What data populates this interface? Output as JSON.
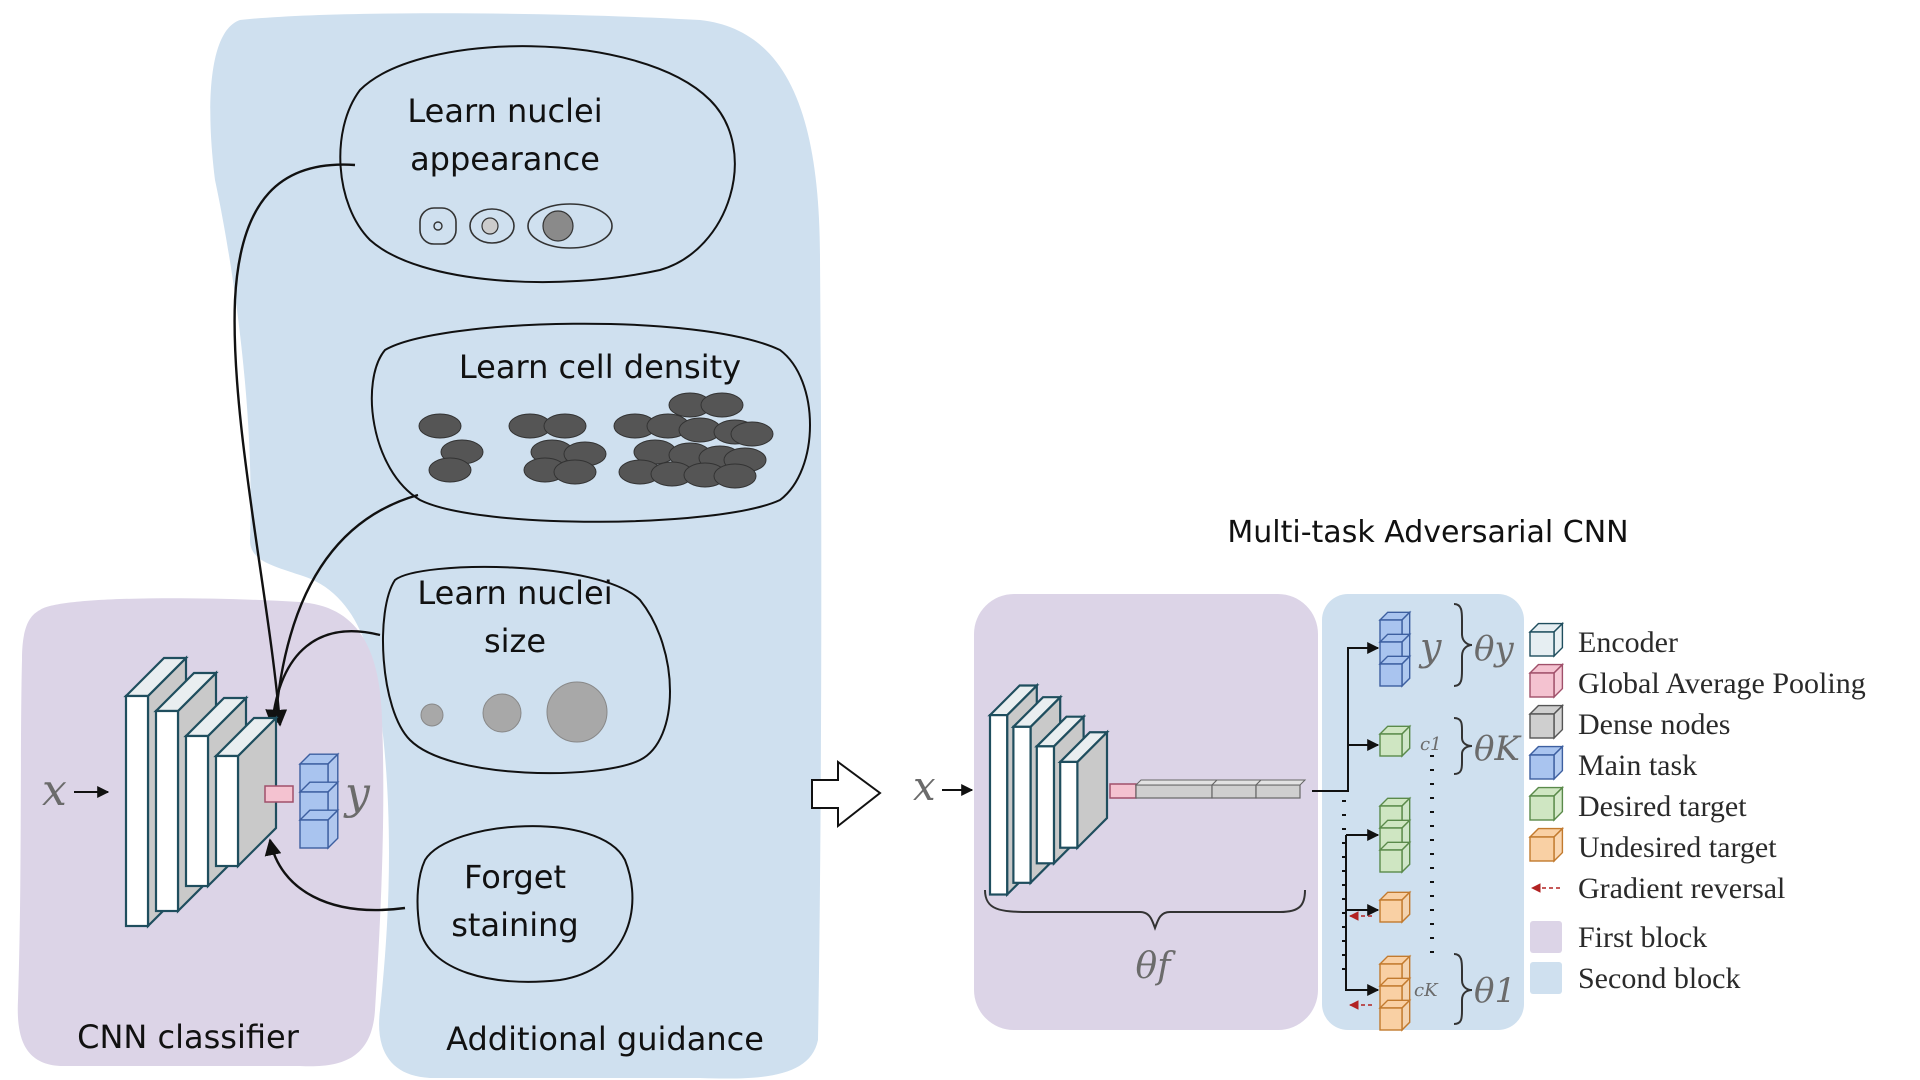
{
  "colors": {
    "first_block": "#dcd4e7",
    "second_block": "#cfe0ef",
    "encoder_face": "#ffffff",
    "encoder_side": "#c9c9c9",
    "encoder_stroke": "#1f4e5e",
    "gap": "#f4c2d0",
    "dense": "#cfcfcf",
    "main_task": "#a9c4ef",
    "desired": "#cfe6c2",
    "undesired": "#f9d0a4",
    "reversal": "#b22222",
    "blob_dark": "#555555",
    "blob_gray": "#a8a8a8"
  },
  "left": {
    "cnn_label": "CNN classifier",
    "guidance_label": "Additional guidance",
    "x_label": "x",
    "y_label": "y",
    "bubbles": {
      "appearance_l1": "Learn nuclei",
      "appearance_l2": "appearance",
      "density": "Learn cell density",
      "size_l1": "Learn nuclei",
      "size_l2": "size",
      "staining_l1": "Forget",
      "staining_l2": "staining"
    }
  },
  "right": {
    "title": "Multi-task Adversarial CNN",
    "x_label": "x",
    "y_label": "y",
    "theta_y": "θy",
    "theta_k": "θK",
    "theta_1": "θ1",
    "theta_f": "θf",
    "c1": "c1",
    "ck": "cK"
  },
  "legend": [
    {
      "icon": "encoder-icon",
      "label": "Encoder"
    },
    {
      "icon": "gap-icon",
      "label": "Global Average Pooling"
    },
    {
      "icon": "dense-icon",
      "label": "Dense nodes"
    },
    {
      "icon": "main-task-icon",
      "label": "Main task"
    },
    {
      "icon": "desired-icon",
      "label": "Desired target"
    },
    {
      "icon": "undesired-icon",
      "label": "Undesired target"
    },
    {
      "icon": "gradient-reversal-icon",
      "label": "Gradient reversal"
    },
    {
      "icon": "first-block-icon",
      "label": "First block"
    },
    {
      "icon": "second-block-icon",
      "label": "Second block"
    }
  ]
}
